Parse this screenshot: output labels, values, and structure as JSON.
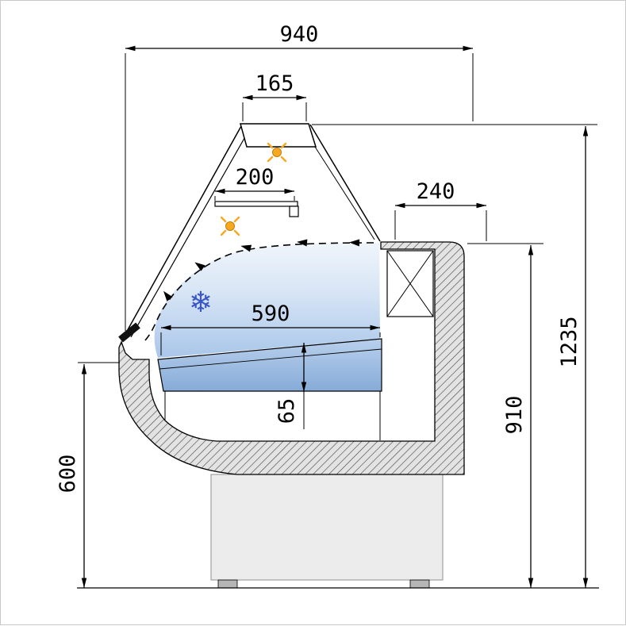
{
  "drawing": {
    "subject": "refrigerated-display-counter-cross-section"
  },
  "dimensions": {
    "overall_depth": "940",
    "canopy_width": "165",
    "shelf_depth": "200",
    "rear_top_depth": "240",
    "deck_depth": "590",
    "deck_thickness": "65",
    "front_height": "600",
    "rear_height": "910",
    "overall_height": "1235"
  },
  "icons": {
    "snowflake": "❄",
    "canopy_lamp": "lamp-icon",
    "shelf_lamp": "lamp-icon"
  },
  "colors": {
    "line": "#000000",
    "lamp": "#f6a820",
    "snowflake": "#3a56c4",
    "cold_air_top": "#eef4fb",
    "cold_air_bottom": "#a9c6e9",
    "deck_top": "#b9d0ec",
    "deck_bottom": "#86abd8",
    "body_fill": "#e3e3e3",
    "hatch": "#4d4d4d",
    "plinth": "#ececec"
  }
}
